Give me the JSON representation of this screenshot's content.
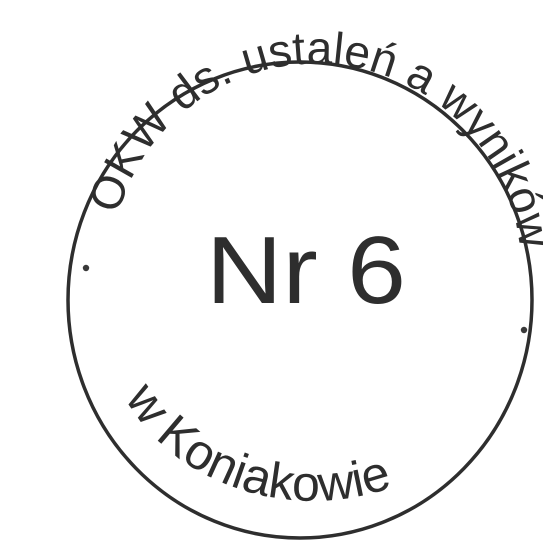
{
  "stamp": {
    "top_arc_text": "OKW ds. ustaleń a wyników",
    "center_text": "Nr 6",
    "bottom_arc_text": "w Koniakowie",
    "ink_color": "#2e2e2e",
    "background_color": "#ffffff"
  }
}
